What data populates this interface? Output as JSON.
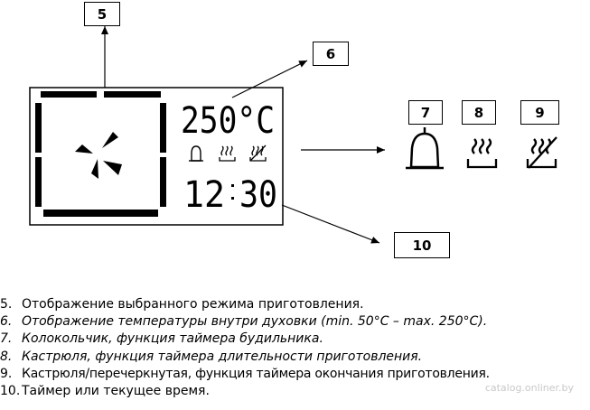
{
  "callouts": {
    "c5": "5",
    "c6": "6",
    "c7": "7",
    "c8": "8",
    "c9": "9",
    "c10": "10"
  },
  "display": {
    "temperature": "250°C",
    "time_hours": "12",
    "time_minutes": "30"
  },
  "legend": [
    {
      "num": "5.",
      "text": "Отображение выбранного режима приготовления.",
      "italic": false
    },
    {
      "num": "6.",
      "text": "Отображение температуры внутри духовки  (min. 50°C – max. 250°C).",
      "italic": true
    },
    {
      "num": "7.",
      "text": "Колокольчик, функция таймера будильника.",
      "italic": true
    },
    {
      "num": "8.",
      "text": "Кастрюля, функция таймера длительности приготовления.",
      "italic": true
    },
    {
      "num": "9.",
      "text": "Кастрюля/перечеркнутая, функция таймера окончания приготовления.",
      "italic": false
    },
    {
      "num": "10.",
      "text": "Таймер или текущее время.",
      "italic": false
    }
  ],
  "watermark": "catalog.onliner.by",
  "colors": {
    "ink": "#000000",
    "background": "#ffffff"
  }
}
